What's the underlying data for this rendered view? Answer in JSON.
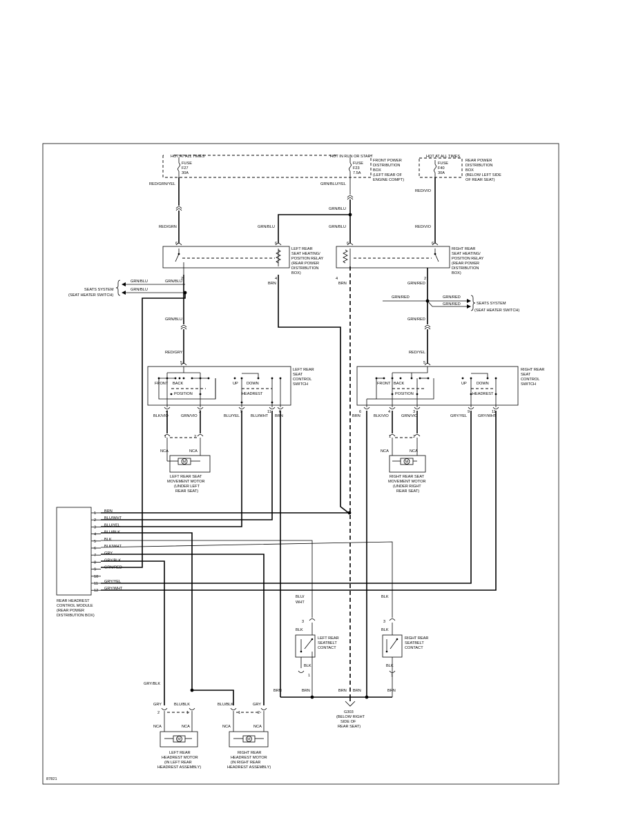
{
  "figure_id": "87821",
  "power": {
    "hot_at_all_times_1": "HOT AT ALL TIMES",
    "fuse_f27": [
      "FUSE",
      "F27",
      "30A"
    ],
    "hot_in_run": "HOT IN RUN OR START",
    "fuse_f23": [
      "FUSE",
      "F23",
      "7.5A"
    ],
    "front_dist_box": [
      "FRONT POWER",
      "DISTRIBUTION",
      "BOX",
      "(LEFT REAR OF",
      "ENGINE COMPT)"
    ],
    "hot_at_all_times_2": "HOT AT ALL TIMES",
    "fuse_f40": [
      "FUSE",
      "F40",
      "30A"
    ],
    "rear_dist_box": [
      "REAR POWER",
      "DISTRIBUTION",
      "BOX",
      "(BELOW LEFT SIDE",
      "OF REAR SEAT)"
    ]
  },
  "wires": {
    "red_grn_yel": "RED/GRN/YEL",
    "grn_blu_yel": "GRN/BLU/YEL",
    "red_vio_1": "RED/VIO",
    "grn_blu_1": "GRN/BLU",
    "red_grn": "RED/GRN",
    "grn_blu_2": "GRN/BLU",
    "grn_blu_3": "GRN/BLU",
    "red_vio_2": "RED/VIO",
    "brn_l_relay": "BRN",
    "brn_r_relay": "BRN",
    "grn_blu_4": "GRN/BLU",
    "grn_red_1": "GRN/RED",
    "grn_red_bus": "GRN/RED",
    "grn_blu_5": "GRN/BLU",
    "grn_blu_6": "GRN/BLU",
    "grn_red_2": "GRN/RED",
    "grn_red_3": "GRN/RED",
    "grn_blu_7": "GRN/BLU",
    "grn_red_4": "GRN/RED",
    "red_gry": "RED/GRY",
    "red_yel": "RED/YEL",
    "left_switch_out": [
      "BLK/VIO",
      "GRN/VIO",
      "BLU/YEL",
      "BLU/WHT",
      "BRN"
    ],
    "right_switch_out": [
      "BRN",
      "BLK/VIO",
      "GRN/VIO",
      "GRY/YEL",
      "GRY/WHT"
    ],
    "nca": "NCA",
    "blu_wht": "BLU/",
    "blu_wht_2": "WHT",
    "blk_1": "BLK",
    "blk_2": "BLK",
    "blk_3": "BLK",
    "blk_4": "BLK",
    "blk_5": "BLK",
    "brn_g1": "BRN",
    "brn_g2": "BRN",
    "brn_g3": "BRN",
    "brn_g4": "BRN",
    "brn_g5": "BRN",
    "gry_blk": "GRY/BLK",
    "gry_1": "GRY",
    "blu_blk_1": "BLU/BLK",
    "blu_blk_2": "BLU/BLK",
    "gry_2": "GRY"
  },
  "relays": {
    "left": [
      "LEFT REAR",
      "SEAT HEATING/",
      "POSITION RELAY",
      "(REAR POWER",
      "DISTRIBUTION",
      "BOX)"
    ],
    "right": [
      "RIGHT REAR",
      "SEAT HEATING/",
      "POSITION RELAY",
      "(REAR POWER",
      "DISTRIBUTION",
      "BOX)"
    ]
  },
  "seats_system_left": [
    "SEATS SYSTEM",
    "(SEAT HEATER SWITCH)"
  ],
  "seats_system_right": [
    "SEATS SYSTEM",
    "(SEAT HEATER SWITCH)"
  ],
  "switches": {
    "left": [
      "LEFT REAR",
      "SEAT",
      "CONTROL",
      "SWITCH"
    ],
    "right": [
      "RIGHT REAR",
      "SEAT",
      "CONTROL",
      "SWITCH"
    ],
    "front": "FRONT",
    "back": "BACK",
    "position": "POSITION",
    "up": "UP",
    "down": "DOWN",
    "headrest": "HEADREST"
  },
  "motors": {
    "left_seat": [
      "LEFT REAR SEAT",
      "MOVEMENT MOTOR",
      "(UNDER LEFT",
      "REAR SEAT)"
    ],
    "right_seat": [
      "RIGHT REAR SEAT",
      "MOVEMENT MOTOR",
      "(UNDER RIGHT",
      "REAR SEAT)"
    ],
    "left_headrest": [
      "LEFT REAR",
      "HEADREST MOTOR",
      "(IN LEFT REAR",
      "HEADREST ASSEMBLY)"
    ],
    "right_headrest": [
      "RIGHT REAR",
      "HEADREST MOTOR",
      "(IN RIGHT REAR",
      "HEADREST ASSEMBLY)"
    ],
    "m": "M"
  },
  "module": {
    "label": [
      "REAR HEADREST",
      "CONTROL MODULE",
      "(REAR POWER",
      "DISTRIBUTION BOX)"
    ],
    "pins": [
      {
        "n": "1",
        "w": "BRN"
      },
      {
        "n": "2",
        "w": "BLU/WHT"
      },
      {
        "n": "3",
        "w": "BLU/YEL"
      },
      {
        "n": "4",
        "w": "BLU/BLK"
      },
      {
        "n": "5",
        "w": "BLK"
      },
      {
        "n": "6",
        "w": "BLK/WHT"
      },
      {
        "n": "7",
        "w": "GRY"
      },
      {
        "n": "8",
        "w": "GRY/BLK"
      },
      {
        "n": "9",
        "w": "GRN/RED"
      },
      {
        "n": "10",
        "w": ""
      },
      {
        "n": "11",
        "w": "GRY/YEL"
      },
      {
        "n": "12",
        "w": "GRY/WHT"
      }
    ]
  },
  "seatbelt": {
    "left": [
      "LEFT REAR",
      "SEATBELT",
      "CONTACT"
    ],
    "right": [
      "RIGHT REAR",
      "SEATBELT",
      "CONTACT"
    ]
  },
  "ground": [
    "G303",
    "(BELOW RIGHT",
    "SIDE OF",
    "REAR SEAT)"
  ],
  "pins": {
    "p6": "6",
    "p2": "2",
    "p4": "4",
    "p5": "5",
    "p3": "3",
    "p9": "9",
    "p11": "11",
    "p1": "1"
  }
}
